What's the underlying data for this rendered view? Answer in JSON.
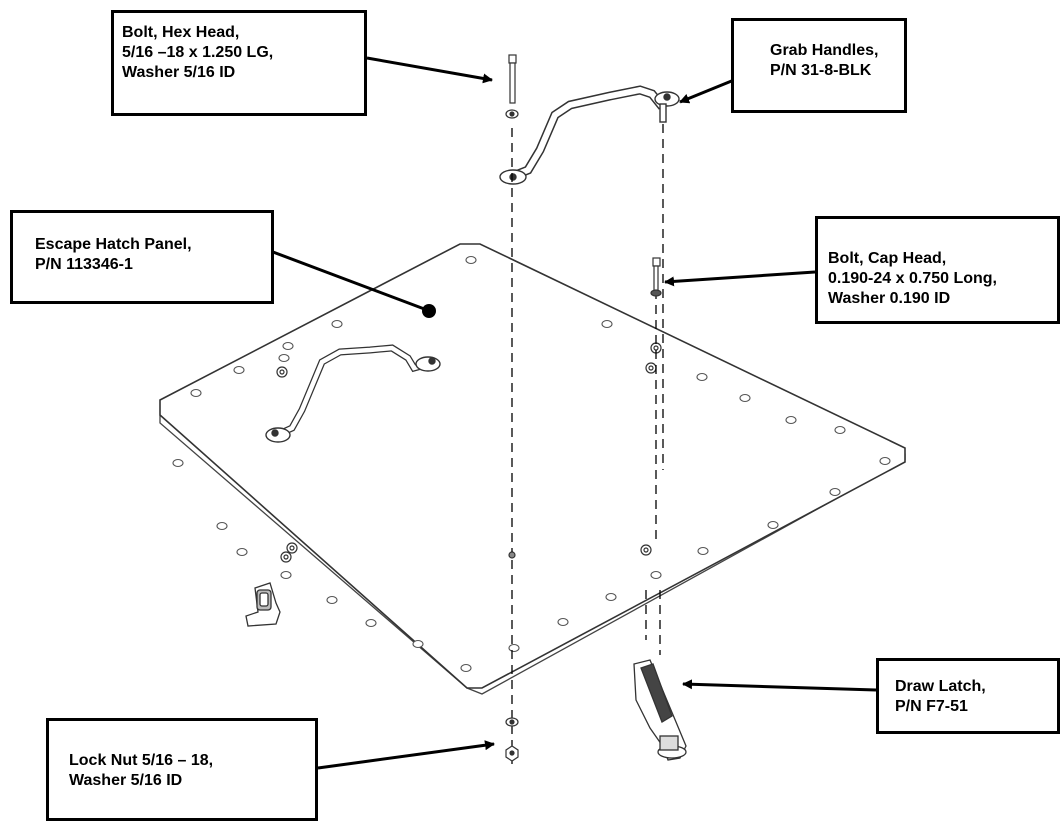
{
  "diagram": {
    "callouts": {
      "hex_bolt": [
        "Bolt, Hex Head,",
        "5/16 –18 x 1.250 LG,",
        "Washer 5/16 ID"
      ],
      "grab_handles": [
        "Grab Handles,",
        "P/N 31-8-BLK"
      ],
      "hatch_panel": [
        "Escape Hatch Panel,",
        "P/N 113346-1"
      ],
      "cap_bolt": [
        "Bolt, Cap Head,",
        "0.190-24 x 0.750 Long,",
        "Washer 0.190 ID"
      ],
      "draw_latch": [
        "Draw Latch,",
        "P/N F7-51"
      ],
      "lock_nut": [
        "Lock Nut 5/16 – 18,",
        "Washer 5/16 ID"
      ]
    }
  }
}
